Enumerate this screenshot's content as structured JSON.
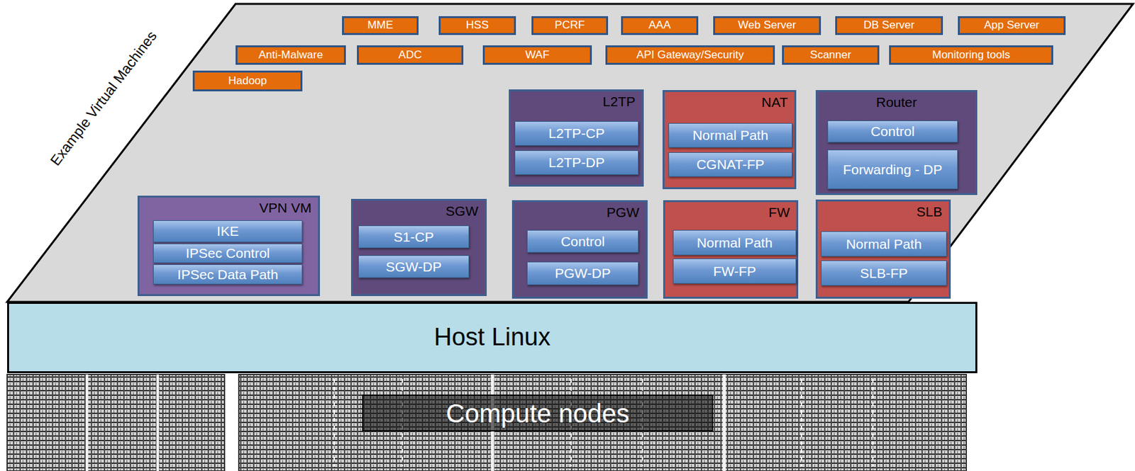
{
  "diagram": {
    "nodes": [
      {
        "text": [
          "MME"
        ]
      },
      {
        "text": [
          "HSS"
        ]
      },
      {
        "text": [
          "PCRF"
        ]
      },
      {
        "text": [
          "AAA"
        ]
      },
      {
        "text": [
          "Web Server"
        ]
      },
      {
        "text": [
          "DB Server"
        ]
      },
      {
        "text": [
          "App Server"
        ]
      },
      {
        "text": [
          "Anti-Malware"
        ]
      },
      {
        "text": [
          "ADC"
        ]
      },
      {
        "text": [
          "WAF"
        ]
      },
      {
        "text": [
          "API Gateway/Security"
        ]
      },
      {
        "text": [
          "Scanner"
        ]
      },
      {
        "text": [
          "Monitoring tools"
        ]
      },
      {
        "text": [
          "Hadoop"
        ]
      },
      {
        "text": [
          "L2TP"
        ]
      },
      {
        "text": [
          "L2TP-CP"
        ],
        "in": 14
      },
      {
        "text": [
          "L2TP-DP"
        ],
        "in": 14
      },
      {
        "text": [
          "NAT"
        ]
      },
      {
        "text": [
          "Normal Path"
        ],
        "in": 17
      },
      {
        "text": [
          "CGNAT-FP"
        ],
        "in": 17
      },
      {
        "text": [
          "Router"
        ]
      },
      {
        "text": [
          "Control"
        ],
        "in": 20
      },
      {
        "text": [
          "Forwarding - DP"
        ],
        "in": 20
      },
      {
        "text": [
          "VPN VM"
        ]
      },
      {
        "text": [
          "IKE"
        ],
        "in": 23
      },
      {
        "text": [
          "IPSec Control"
        ],
        "in": 23
      },
      {
        "text": [
          "IPSec Data Path"
        ],
        "in": 23
      },
      {
        "text": [
          "SGW"
        ]
      },
      {
        "text": [
          "S1-CP"
        ],
        "in": 27
      },
      {
        "text": [
          "SGW-DP"
        ],
        "in": 27
      },
      {
        "text": [
          "PGW"
        ]
      },
      {
        "text": [
          "Control"
        ],
        "in": 30
      },
      {
        "text": [
          "PGW-DP"
        ],
        "in": 30
      },
      {
        "text": [
          "FW"
        ]
      },
      {
        "text": [
          "Normal Path"
        ],
        "in": 33
      },
      {
        "text": [
          "FW-FP"
        ],
        "in": 33
      },
      {
        "text": [
          "SLB"
        ]
      },
      {
        "text": [
          "Normal Path"
        ],
        "in": 36
      },
      {
        "text": [
          "SLB-FP"
        ],
        "in": 36
      },
      {
        "text": [
          "Host Linux"
        ]
      },
      {
        "text": [
          "Compute nodes"
        ]
      }
    ],
    "labels": [
      "Example Virtual Machines"
    ]
  }
}
